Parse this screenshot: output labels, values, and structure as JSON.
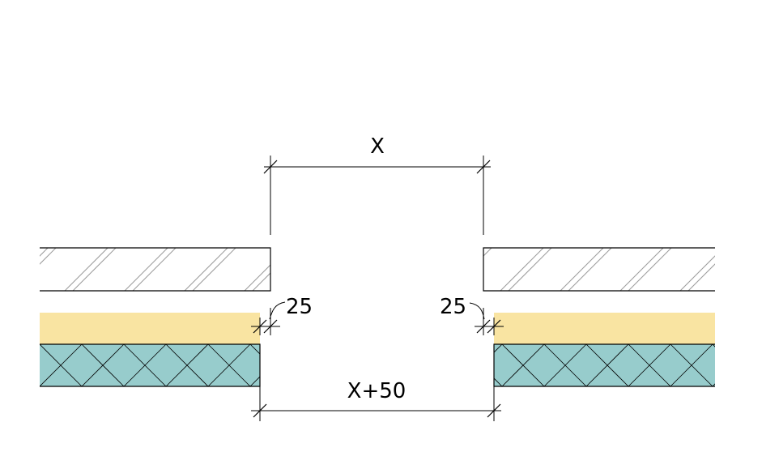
{
  "dimensions": {
    "top": "X",
    "bottom": "X+50",
    "left_offset": "25",
    "right_offset": "25"
  },
  "colors": {
    "top_layer_hatch": "#9a9a9a",
    "middle_layer_fill": "#f9e4a2",
    "bottom_layer_fill": "#97cccc",
    "outline": "#000000"
  }
}
